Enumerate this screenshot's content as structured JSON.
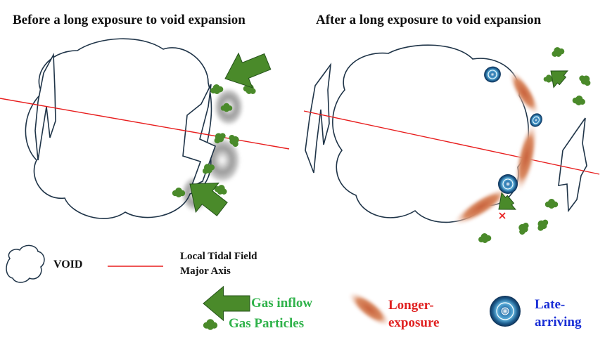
{
  "panels": {
    "before_title": "Before a long exposure to void expansion",
    "after_title": "After a long exposure to void expansion"
  },
  "legend": {
    "void_label": "VOID",
    "axis_label_line1": "Local Tidal Field",
    "axis_label_line2": "Major Axis",
    "gas_inflow": "Gas inflow",
    "gas_particles": "Gas Particles",
    "longer_exposure_line1": "Longer-",
    "longer_exposure_line2": "exposure",
    "late_arriving_line1": "Late-",
    "late_arriving_line2": "arriving"
  },
  "colors": {
    "tidal_axis": "#e81e1e",
    "gas": "#4a8a2a",
    "gas_inflow_text": "#2fb24a",
    "longer_exposure_text": "#e02020",
    "late_arriving_text": "#1a2fd6",
    "longer_exposure_galaxy": "#cf7a52",
    "late_arriving_galaxy": "#4aa6d6",
    "void_outline": "#1f3448"
  },
  "icons": {
    "arrow": "green-arrow-icon",
    "gas": "gas-cloud-icon",
    "longer": "elongated-galaxy-icon",
    "late": "spiral-galaxy-icon"
  }
}
